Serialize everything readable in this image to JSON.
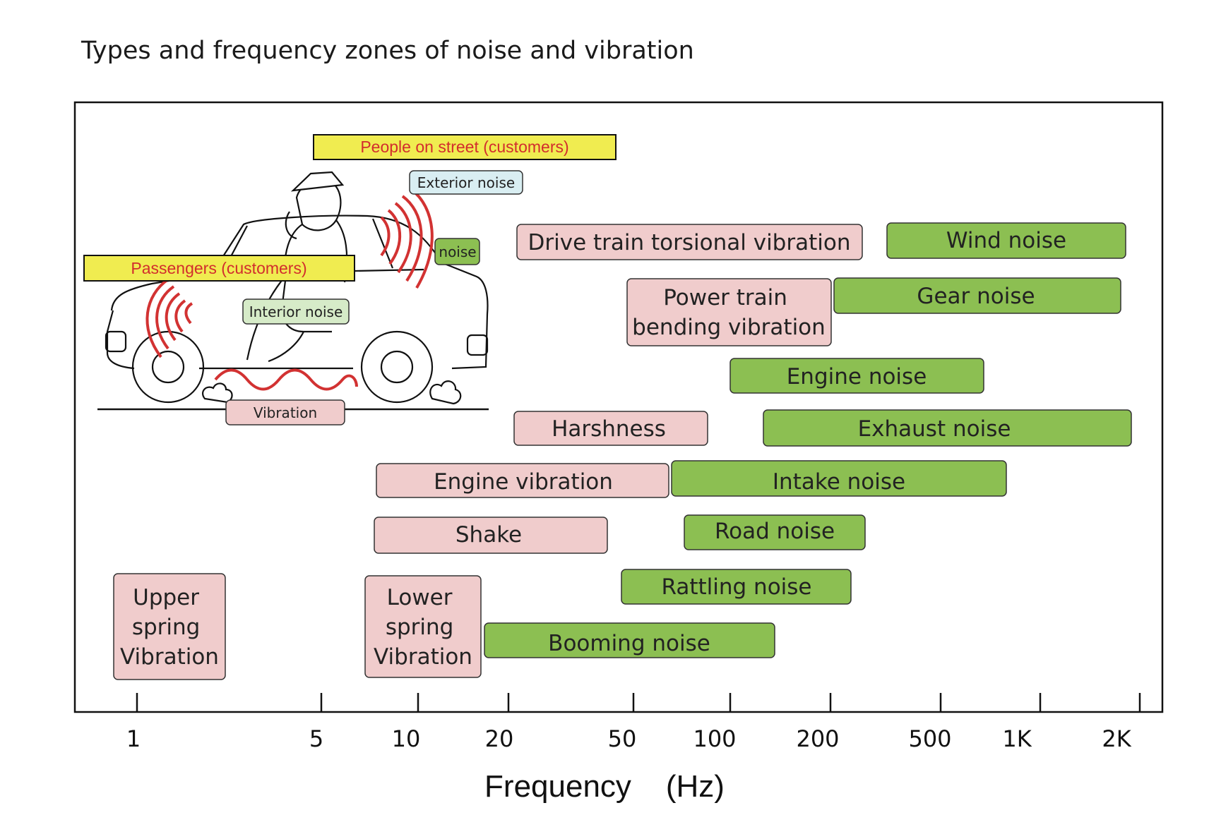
{
  "title": "Types and frequency zones of noise and vibration",
  "axis": {
    "ticks": [
      "1",
      "5",
      "10",
      "20",
      "50",
      "100",
      "200",
      "500",
      "1K",
      "2K"
    ],
    "xlabel": "Frequency",
    "unit": "(Hz)"
  },
  "colors": {
    "vibration_fill": "#f0cccc",
    "noise_fill": "#8cbf52",
    "customer_fill": "#f0ec50",
    "customer_text": "#d22d2d",
    "wave_red": "#d23232",
    "exterior_fill": "#d9eef2",
    "interior_fill": "#d6ebc8"
  },
  "bars": [
    {
      "label": "Drive train torsional vibration",
      "kind": "vibration"
    },
    {
      "label": "Wind noise",
      "kind": "noise"
    },
    {
      "label": "Power train\nbending vibration",
      "kind": "vibration"
    },
    {
      "label": "Gear noise",
      "kind": "noise"
    },
    {
      "label": "Engine noise",
      "kind": "noise"
    },
    {
      "label": "Harshness",
      "kind": "vibration"
    },
    {
      "label": "Exhaust noise",
      "kind": "noise"
    },
    {
      "label": "Engine vibration",
      "kind": "vibration"
    },
    {
      "label": "Intake noise",
      "kind": "noise"
    },
    {
      "label": "Shake",
      "kind": "vibration"
    },
    {
      "label": "Road noise",
      "kind": "noise"
    },
    {
      "label": "Rattling noise",
      "kind": "noise"
    },
    {
      "label": "Booming noise",
      "kind": "noise"
    },
    {
      "label": "Upper\nspring\nVibration",
      "kind": "vibration"
    },
    {
      "label": "Lower\nspring\nVibration",
      "kind": "vibration"
    }
  ],
  "illustration": {
    "people_on_street": "People on street  (customers)",
    "passengers": "Passengers (customers)",
    "exterior_noise": "Exterior noise",
    "noise_tag": "noise",
    "interior_noise": "Interior noise",
    "vibration_tag": "Vibration"
  }
}
